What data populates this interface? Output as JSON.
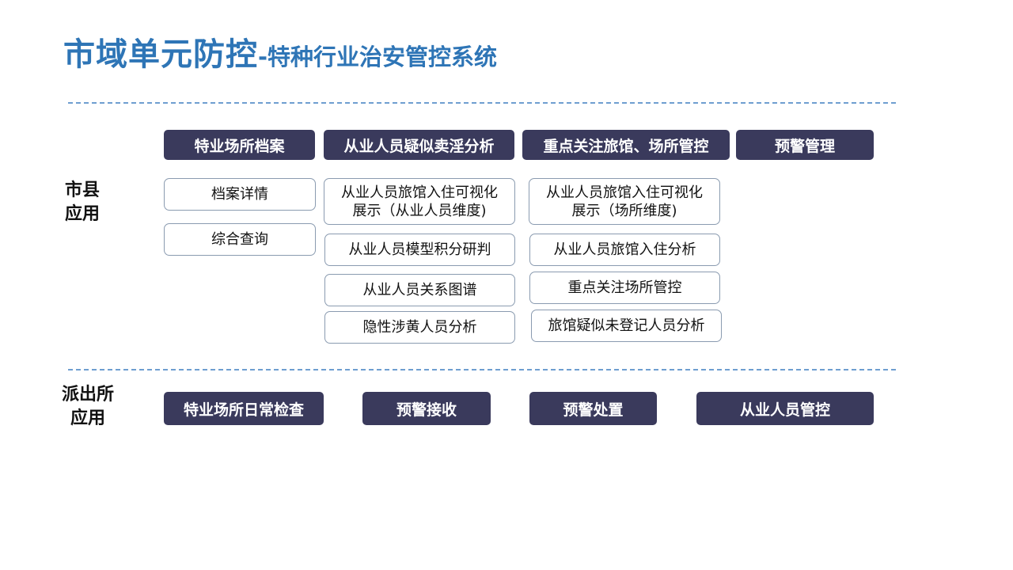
{
  "title": {
    "main": "市域单元防控",
    "sub": "-特种行业治安管控系统"
  },
  "city": {
    "label_line1": "市县",
    "label_line2": "应用",
    "headers": [
      "特业场所档案",
      "从业人员疑似卖淫分析",
      "重点关注旅馆、场所管控",
      "预警管理"
    ],
    "col1": [
      "档案详情",
      "综合查询"
    ],
    "col2": [
      {
        "line1": "从业人员旅馆入住可视化",
        "line2": "展示（从业人员维度)"
      },
      "从业人员模型积分研判",
      "从业人员关系图谱",
      "隐性涉黄人员分析"
    ],
    "col3": [
      {
        "line1": "从业人员旅馆入住可视化",
        "line2": "展示（场所维度)"
      },
      "从业人员旅馆入住分析",
      "重点关注场所管控",
      "旅馆疑似未登记人员分析"
    ]
  },
  "station": {
    "label_line1": "派出所",
    "label_line2": "应用",
    "buttons": [
      "特业场所日常检查",
      "预警接收",
      "预警处置",
      "从业人员管控"
    ]
  },
  "colors": {
    "title": "#2e75b6",
    "dark_box": "#3a3a5c",
    "dash": "#6e9ed0",
    "box_border": "#8a9bb0"
  }
}
